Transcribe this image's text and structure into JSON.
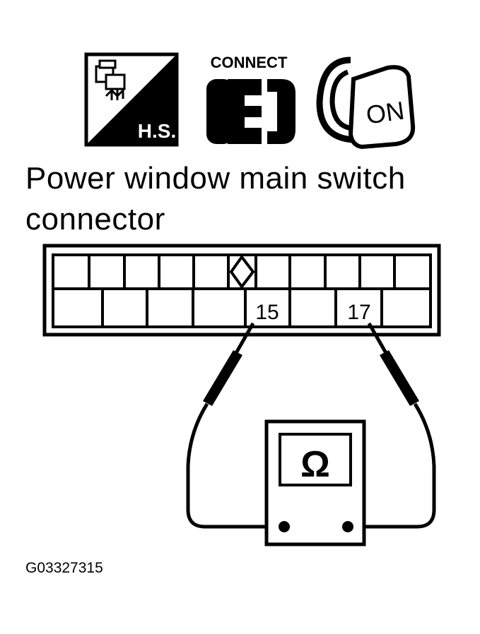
{
  "icons": {
    "harness_label": "H.S.",
    "connect_label": "CONNECT",
    "ignition_label": "ON"
  },
  "title": {
    "line1": "Power window main switch",
    "line2": "connector"
  },
  "connector": {
    "pin_a": "15",
    "pin_b": "17"
  },
  "meter": {
    "symbol": "Ω"
  },
  "figure_code": "G03327315"
}
